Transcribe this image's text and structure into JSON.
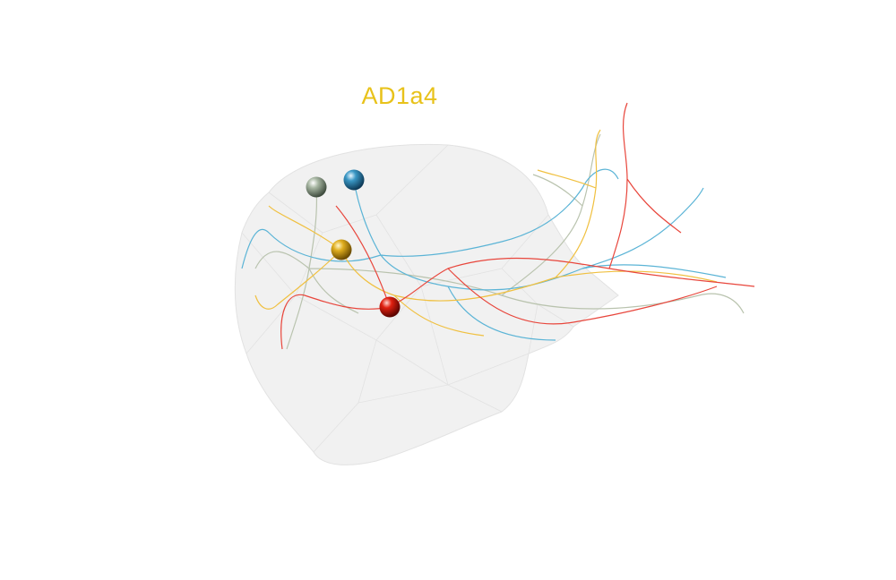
{
  "title": {
    "text": "AD1a4",
    "color": "#e8c21a"
  },
  "render": {
    "background": "#ffffff",
    "mesh_fill": "#f1f1f1",
    "mesh_edge": "#e2e2e2",
    "neurons": [
      {
        "name": "neuron-grey-green",
        "soma_color": "#8a9a86",
        "arbor_color": "#b9c3ae"
      },
      {
        "name": "neuron-blue",
        "soma_color": "#2e86b4",
        "arbor_color": "#5bb4d6"
      },
      {
        "name": "neuron-yellow",
        "soma_color": "#d8a418",
        "arbor_color": "#f0c040"
      },
      {
        "name": "neuron-red",
        "soma_color": "#d81c10",
        "arbor_color": "#e8463c"
      }
    ]
  }
}
